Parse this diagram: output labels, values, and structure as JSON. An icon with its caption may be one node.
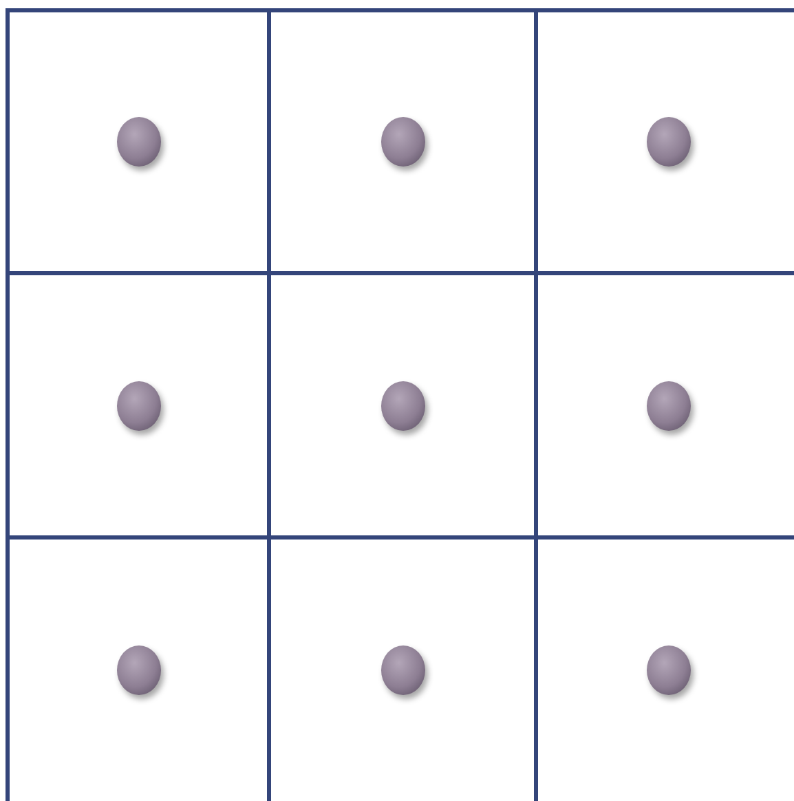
{
  "diagram": {
    "nodes": [
      {
        "text": [],
        "shape": "box"
      },
      {
        "text": [],
        "shape": "circle",
        "in": 0
      },
      {
        "text": [],
        "shape": "box"
      },
      {
        "text": [],
        "shape": "circle",
        "in": 2
      },
      {
        "text": [],
        "shape": "box"
      },
      {
        "text": [],
        "shape": "circle",
        "in": 4
      },
      {
        "text": [],
        "shape": "box"
      },
      {
        "text": [],
        "shape": "circle",
        "in": 6
      },
      {
        "text": [],
        "shape": "box"
      },
      {
        "text": [],
        "shape": "circle",
        "in": 8
      },
      {
        "text": [],
        "shape": "box"
      },
      {
        "text": [],
        "shape": "circle",
        "in": 10
      },
      {
        "text": [],
        "shape": "box"
      },
      {
        "text": [],
        "shape": "circle",
        "in": 12
      },
      {
        "text": [],
        "shape": "box"
      },
      {
        "text": [],
        "shape": "circle",
        "in": 14
      },
      {
        "text": [],
        "shape": "box"
      },
      {
        "text": [],
        "shape": "circle",
        "in": 16
      }
    ]
  }
}
